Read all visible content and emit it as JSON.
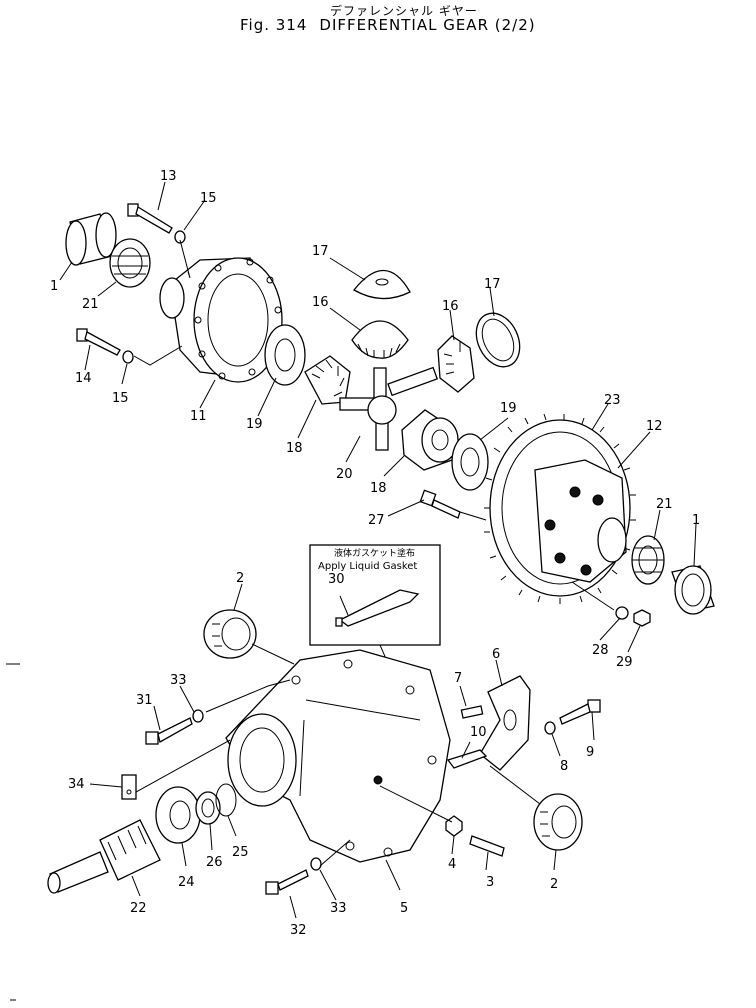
{
  "header": {
    "jp_title": "デファレンシャル ギヤー",
    "fig_number": "Fig. 314",
    "fig_title": "DIFFERENTIAL GEAR (2/2)"
  },
  "callout": {
    "jp": "液体ガスケット塗布",
    "en": "Apply Liquid Gasket"
  },
  "labels": {
    "l1a": "1",
    "l1b": "1",
    "l2a": "2",
    "l2b": "2",
    "l3": "3",
    "l4": "4",
    "l5": "5",
    "l6": "6",
    "l7": "7",
    "l8": "8",
    "l9": "9",
    "l10": "10",
    "l11": "11",
    "l12": "12",
    "l13": "13",
    "l14": "14",
    "l15a": "15",
    "l15b": "15",
    "l16a": "16",
    "l16b": "16",
    "l17a": "17",
    "l17b": "17",
    "l18a": "18",
    "l18b": "18",
    "l19a": "19",
    "l19b": "19",
    "l20": "20",
    "l21a": "21",
    "l21b": "21",
    "l22": "22",
    "l23": "23",
    "l24": "24",
    "l25": "25",
    "l26": "26",
    "l27": "27",
    "l28": "28",
    "l29": "29",
    "l30": "30",
    "l31": "31",
    "l32": "32",
    "l33a": "33",
    "l33b": "33",
    "l34": "34"
  }
}
